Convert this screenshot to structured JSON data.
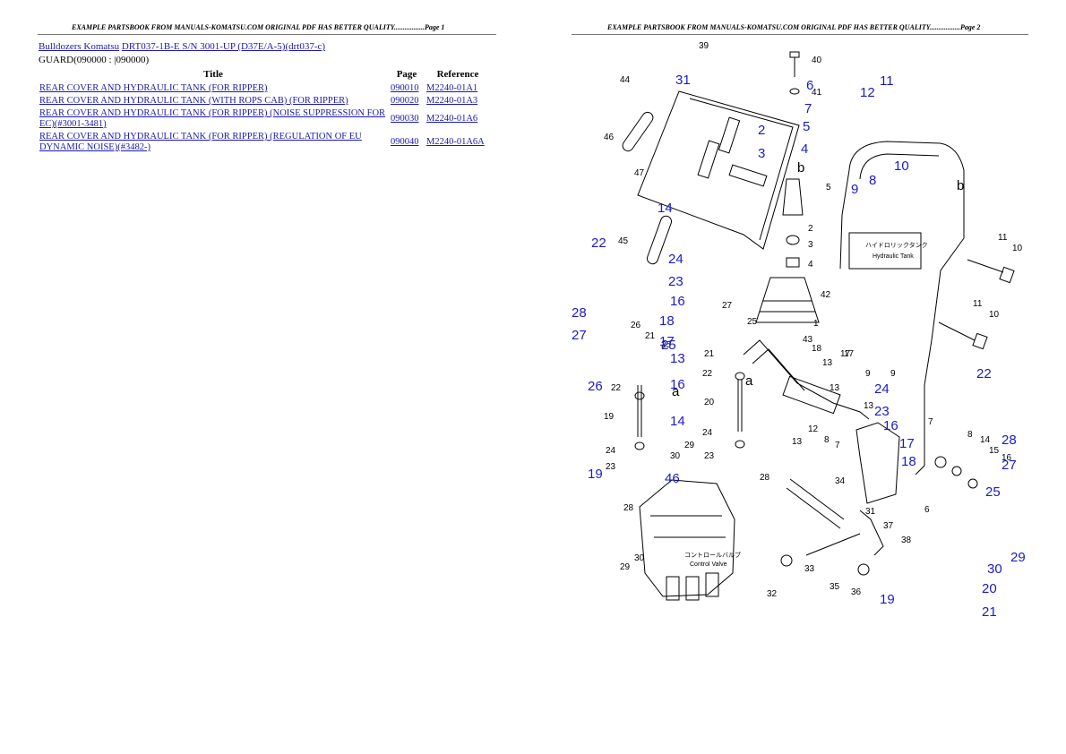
{
  "header": {
    "page1": "EXAMPLE PARTSBOOK FROM MANUALS-KOMATSU.COM ORIGINAL PDF HAS BETTER QUALITY.................Page 1",
    "page2": "EXAMPLE PARTSBOOK FROM MANUALS-KOMATSU.COM ORIGINAL PDF HAS BETTER QUALITY.................Page 2"
  },
  "breadcrumb": {
    "brand": "Bulldozers Komatsu",
    "model": "DRT037-1B-E S/N 3001-UP (D37E/A-5)(drt037-c)"
  },
  "group": "GUARD(090000 : |090000)",
  "table": {
    "headers": {
      "title": "Title",
      "page": "Page",
      "reference": "Reference"
    },
    "rows": [
      {
        "title": "REAR COVER AND HYDRAULIC TANK (FOR RIPPER)",
        "page": "090010",
        "reference": "M2240-01A1"
      },
      {
        "title": "REAR COVER AND HYDRAULIC TANK (WITH ROPS CAB) (FOR RIPPER)",
        "page": "090020",
        "reference": "M2240-01A3"
      },
      {
        "title": "REAR COVER AND HYDRAULIC TANK (FOR RIPPER) (NOISE SUPPRESSION FOR EC)(#3001-3481)",
        "page": "090030",
        "reference": "M2240-01A6"
      },
      {
        "title": "REAR COVER AND HYDRAULIC TANK (FOR RIPPER) (REGULATION OF EU DYNAMIC NOISE)(#3482-)",
        "page": "090040",
        "reference": "M2240-01A6A"
      }
    ]
  },
  "diagram": {
    "labels": {
      "hydraulic_tank_jp": "ハイドロリックタンク",
      "hydraulic_tank": "Hydraulic Tank",
      "control_valve_jp": "コントロールバルブ",
      "control_valve": "Control Valve",
      "view_b": "b",
      "view_a": "a"
    },
    "part_numbers": [
      "1",
      "2",
      "3",
      "4",
      "5",
      "6",
      "7",
      "8",
      "9",
      "10",
      "11",
      "12",
      "13",
      "14",
      "15",
      "16",
      "17",
      "18",
      "19",
      "20",
      "21",
      "22",
      "23",
      "24",
      "25",
      "26",
      "27",
      "28",
      "29",
      "30",
      "31",
      "32",
      "33",
      "34",
      "35",
      "36",
      "37",
      "38",
      "39",
      "40",
      "41",
      "42",
      "43",
      "44",
      "45",
      "46",
      "47"
    ],
    "callouts": [
      "31",
      "2",
      "3",
      "6",
      "5",
      "7",
      "4",
      "12",
      "11",
      "10",
      "9",
      "8",
      "14",
      "22",
      "24",
      "23",
      "16",
      "18",
      "28",
      "27",
      "17",
      "25",
      "13",
      "26",
      "16",
      "14",
      "24",
      "23",
      "16",
      "19",
      "46",
      "17",
      "18",
      "28",
      "27",
      "25",
      "22",
      "29",
      "30",
      "20",
      "21",
      "19"
    ],
    "accent_color": "#1a1acc",
    "link_color": "#1a1aaa"
  }
}
